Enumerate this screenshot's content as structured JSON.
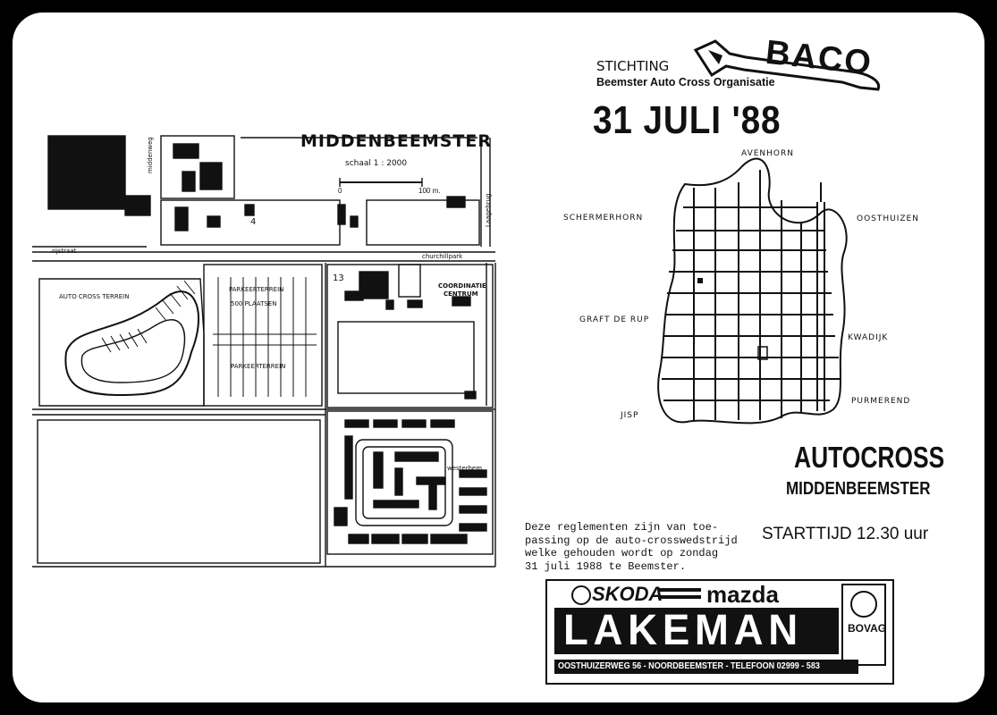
{
  "map": {
    "title": "MIDDENBEEMSTER",
    "scale_label": "schaal 1 : 2000",
    "scale_min": "0",
    "scale_max": "100 m.",
    "labels": {
      "auto_cross_terrain": "AUTO CROSS TERREIN",
      "parking_1": "PARKEERTERREIN",
      "parking_places": "500 PLAATSEN",
      "parking_2": "PARKEERTERREIN",
      "coord_1": "COORDINATIE",
      "coord_2": "CENTRUM",
      "number_13": "13",
      "number_4": "4",
      "churchillpark": "churchillpark",
      "westerhem": "westerhem",
      "rijstraat": "rijstraat",
      "middenweg": "middenweg",
      "laagebrug": "Laagebrug"
    }
  },
  "header": {
    "logo_text": "BACO",
    "stichting": "STICHTING",
    "organisation": "Beemster Auto Cross Organisatie",
    "date": "31 JULI '88"
  },
  "region_map": {
    "towns": [
      "AVENHORN",
      "SCHERMERHORN",
      "OOSTHUIZEN",
      "GRAFT DE RUP",
      "KWADIJK",
      "PURMEREND",
      "JISP"
    ]
  },
  "event": {
    "title": "AUTOCROSS",
    "location": "MIDDENBEEMSTER",
    "start_time": "STARTTIJD 12.30 uur"
  },
  "regulation_text": [
    "Deze reglementen zijn van toe-",
    "passing op de auto-crosswedstrijd",
    "welke gehouden wordt op zondag",
    "31 juli 1988 te Beemster."
  ],
  "advert": {
    "brand_1": "SKODA",
    "brand_2": "mazda",
    "dealer": "LAKEMAN",
    "bovag": "BOVAG",
    "address": "OOSTHUIZERWEG 56 - NOORDBEEMSTER - TELEFOON 02999 - 583"
  },
  "colors": {
    "page": "#ffffff",
    "frame": "#000000",
    "ink": "#111111"
  }
}
